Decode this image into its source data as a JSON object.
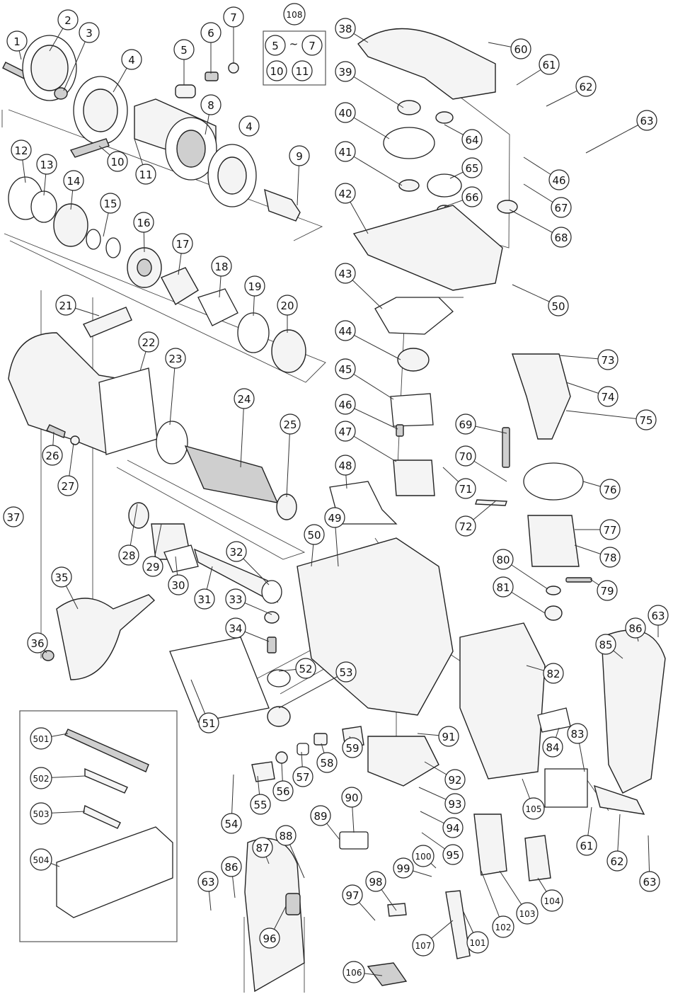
{
  "diagram": {
    "callouts": [
      "1",
      "2",
      "3",
      "4",
      "5",
      "6",
      "7",
      "8",
      "9",
      "10",
      "11",
      "12",
      "13",
      "14",
      "15",
      "16",
      "17",
      "18",
      "19",
      "20",
      "21",
      "22",
      "23",
      "24",
      "25",
      "26",
      "27",
      "28",
      "29",
      "30",
      "31",
      "32",
      "33",
      "34",
      "35",
      "36",
      "37",
      "38",
      "39",
      "40",
      "41",
      "42",
      "43",
      "44",
      "45",
      "46",
      "47",
      "48",
      "49",
      "50",
      "51",
      "52",
      "53",
      "54",
      "55",
      "56",
      "57",
      "58",
      "59",
      "60",
      "61",
      "62",
      "63",
      "64",
      "65",
      "66",
      "67",
      "68",
      "69",
      "70",
      "71",
      "72",
      "73",
      "74",
      "75",
      "76",
      "77",
      "78",
      "79",
      "80",
      "81",
      "82",
      "83",
      "84",
      "85",
      "86",
      "87",
      "88",
      "89",
      "90",
      "91",
      "92",
      "93",
      "94",
      "95",
      "96",
      "97",
      "98",
      "99",
      "100",
      "101",
      "102",
      "103",
      "104",
      "105",
      "106",
      "107",
      "108",
      "501",
      "502",
      "503",
      "504"
    ],
    "kit_box": {
      "label": "108",
      "members": [
        "5",
        "7",
        "10",
        "11"
      ],
      "separator": "~"
    },
    "accessories_box": {
      "items": [
        "501",
        "502",
        "503",
        "504"
      ]
    }
  }
}
